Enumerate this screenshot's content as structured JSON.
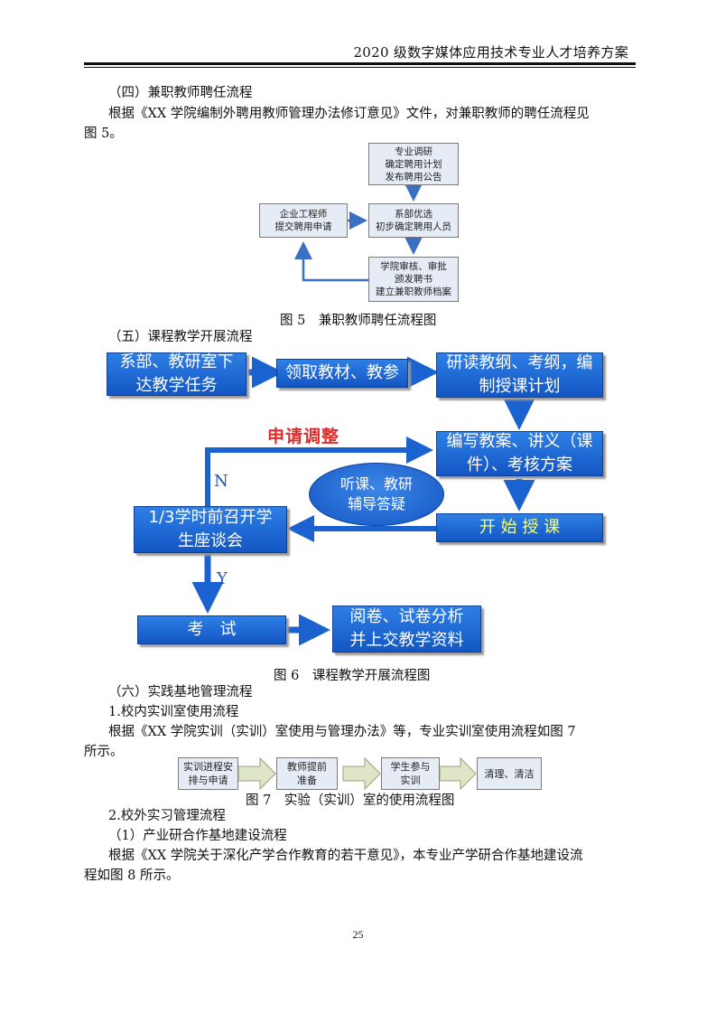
{
  "header": {
    "title": "2020 级数字媒体应用技术专业人才培养方案"
  },
  "section4": {
    "heading": "（四）兼职教师聘任流程",
    "para_line1": "根据《XX 学院编制外聘用教师管理办法修订意见》文件，对兼职教师的聘任流程见",
    "para_line2": "图 5。"
  },
  "fig5": {
    "box_top": [
      "专业调研",
      "确定聘用计划",
      "发布聘用公告"
    ],
    "box_left": [
      "企业工程师",
      "提交聘用申请"
    ],
    "box_mid": [
      "系部优选",
      "初步确定聘用人员"
    ],
    "box_bottom": [
      "学院审核、审批",
      "颁发聘书",
      "建立兼职教师档案"
    ],
    "caption": "图 5　兼职教师聘任流程图",
    "box_fill": "#e6ecf6",
    "arrow_color": "#3a6fc4"
  },
  "section5": {
    "heading": "（五）课程教学开展流程"
  },
  "fig6": {
    "box1": [
      "系部、教研室下",
      "达教学任务"
    ],
    "box2": "领取教材、教参",
    "box3": [
      "研读教纲、考纲，编",
      "制授课计划"
    ],
    "box4": [
      "编写教案、讲义（课",
      "件）、考核方案"
    ],
    "ellipse": [
      "听课、教研",
      "辅导答疑"
    ],
    "box5": "开 始 授 课",
    "box6": [
      "1/3学时前召开学",
      "生座谈会"
    ],
    "box7": "考　试",
    "box8": [
      "阅卷、试卷分析",
      "并上交教学资料"
    ],
    "label_adjust": "申请调整",
    "label_n": "N",
    "label_y": "Y",
    "caption": "图 6　课程教学开展流程图",
    "box_color": "#1f6ad8",
    "highlight_text_color": "#ffff66",
    "adjust_label_color": "#e02b2b"
  },
  "section6": {
    "heading": "（六）实践基地管理流程",
    "sub1": "1.校内实训室使用流程",
    "para_line1": "根据《XX 学院实训（实训）室使用与管理办法》等，专业实训室使用流程如图 7",
    "para_line2": "所示。"
  },
  "fig7": {
    "steps": [
      [
        "实训进程安",
        "排与申请"
      ],
      [
        "教师提前",
        "准备"
      ],
      [
        "学生参与",
        "实训"
      ],
      [
        "清理、清洁"
      ]
    ],
    "caption": "图 7　实验（实训）室的使用流程图",
    "arrow_fill": "#dfe6c8"
  },
  "section_external": {
    "sub2": "2.校外实习管理流程",
    "sub2_1": "（1）产业研合作基地建设流程",
    "para_line1": "根据《XX 学院关于深化产学合作教育的若干意见》，本专业产学研合作基地建设流",
    "para_line2": "程如图 8 所示。"
  },
  "footer": {
    "page_number": "25"
  }
}
